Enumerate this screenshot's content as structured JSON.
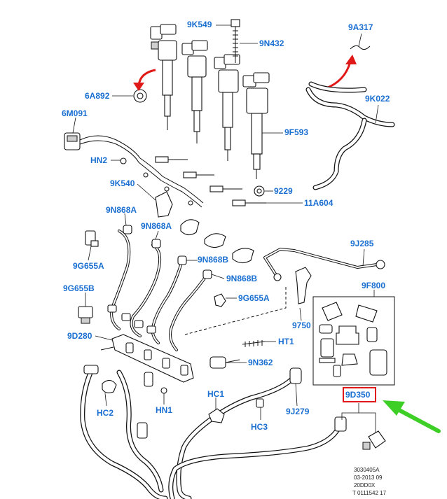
{
  "labels": {
    "p9K549": "9K549",
    "p9N432": "9N432",
    "p9A317": "9A317",
    "p6A892": "6A892",
    "p9K022": "9K022",
    "p6M091": "6M091",
    "p9F593": "9F593",
    "pHN2": "HN2",
    "p9K540": "9K540",
    "p9229": "9229",
    "p11A604": "11A604",
    "p9N868A_1": "9N868A",
    "p9N868A_2": "9N868A",
    "p9J285": "9J285",
    "p9G655A_1": "9G655A",
    "p9N868B_1": "9N868B",
    "p9N868B_2": "9N868B",
    "p9F800": "9F800",
    "p9G655B": "9G655B",
    "p9G655A_2": "9G655A",
    "p9750": "9750",
    "p9D280": "9D280",
    "pHT1": "HT1",
    "p9N362": "9N362",
    "p9D350": "9D350",
    "pHC1": "HC1",
    "pHC2": "HC2",
    "pHN1": "HN1",
    "p9J279": "9J279",
    "pHC3": "HC3"
  },
  "reference": {
    "line1": "3030405A",
    "line2": "03-2013 09",
    "line3": "20DD0X",
    "line4": "T 0111542 17"
  },
  "colors": {
    "label": "#1a6fd1",
    "highlight_box": "#e01818",
    "red_arrow": "#e01818",
    "green_arrow": "#3ecf27"
  }
}
